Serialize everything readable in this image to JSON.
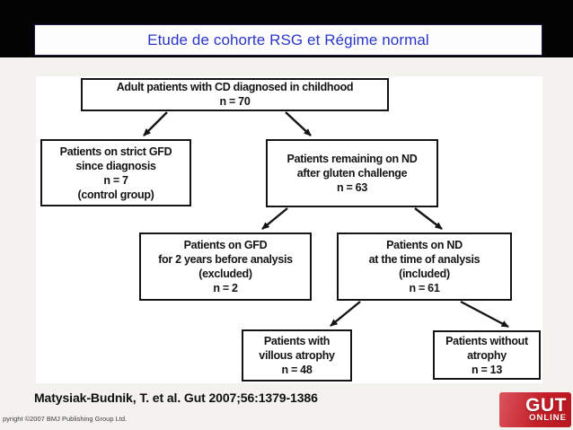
{
  "slide": {
    "title": "Etude de cohorte RSG et Régime normal"
  },
  "flowchart": {
    "boxes": [
      {
        "name": "adult-patients-cd",
        "lines": [
          "Adult patients with CD diagnosed in childhood",
          "n = 70"
        ]
      },
      {
        "name": "strict-gfd-control",
        "lines": [
          "Patients on strict GFD",
          "since diagnosis",
          "n = 7",
          "(control group)"
        ]
      },
      {
        "name": "remaining-nd-challenge",
        "lines": [
          "Patients remaining on ND",
          "after gluten challenge",
          "n = 63"
        ]
      },
      {
        "name": "gfd-before-analysis",
        "lines": [
          "Patients on GFD",
          "for 2 years before analysis",
          "(excluded)",
          "n = 2"
        ]
      },
      {
        "name": "nd-at-time-of-analysis",
        "lines": [
          "Patients on ND",
          "at the time of analysis",
          "(included)",
          "n = 61"
        ]
      },
      {
        "name": "with-villous-atrophy",
        "lines": [
          "Patients with",
          "villous atrophy",
          "n = 48"
        ]
      },
      {
        "name": "without-atrophy",
        "lines": [
          "Patients without",
          "atrophy",
          "n = 13"
        ]
      }
    ]
  },
  "footer": {
    "citation": "Matysiak-Budnik, T. et al. Gut 2007;56:1379-1386",
    "copyright": "pyright ©2007 BMJ Publishing Group Ltd.",
    "logo": {
      "main": "GUT",
      "sub": "ONLINE"
    }
  },
  "colors": {
    "title_blue": "#2a35c8",
    "logo_red": "#c41f29",
    "band_black": "#030303",
    "slide_bg": "#f3f2ef",
    "box_border": "#141414"
  }
}
